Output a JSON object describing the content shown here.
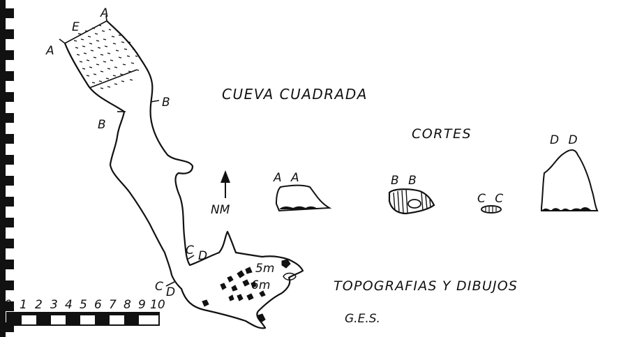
{
  "title": "CUEVA CUADRADA",
  "sections_heading": "CORTES",
  "north_label": "NM",
  "credits": "TOPOGRAFIAS Y DIBUJOS",
  "authors": "G.E.S.",
  "plan_labels": {
    "a_left": "A",
    "e_top": "E",
    "a_right": "A",
    "b_left": "B",
    "b_right": "B",
    "c_upper": "C",
    "d_upper": "D",
    "c_lower": "C",
    "d_lower": "D",
    "depth_5": "5m",
    "depth_6": "6m"
  },
  "sections": [
    {
      "label": "A A"
    },
    {
      "label": "B B"
    },
    {
      "label": "C C"
    },
    {
      "label": "D D"
    }
  ],
  "scale_numbers": [
    "0",
    "1",
    "2",
    "3",
    "4",
    "5",
    "6",
    "7",
    "8",
    "9",
    "10"
  ]
}
